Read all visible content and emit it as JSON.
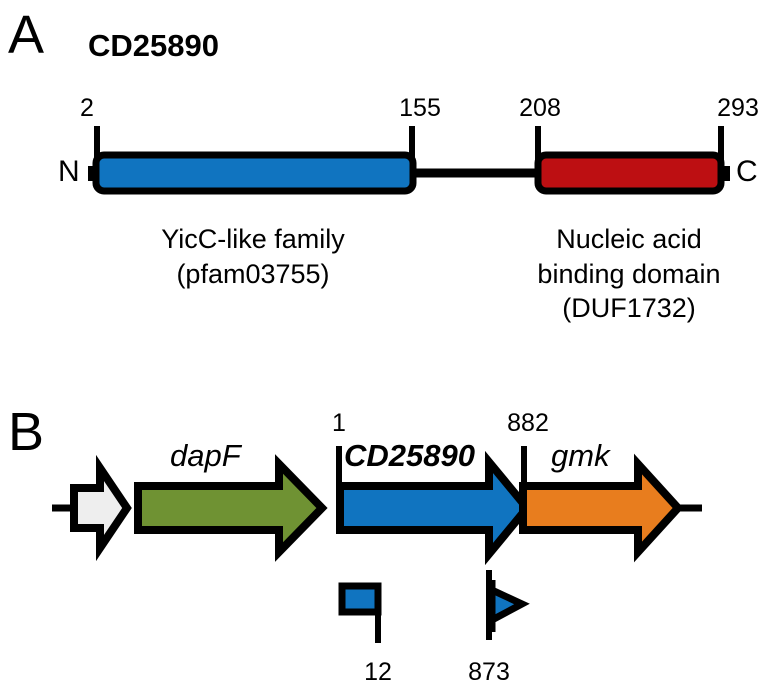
{
  "figure": {
    "panel_a": {
      "letter": "A",
      "protein_name": "CD25890",
      "terminus_n": "N",
      "terminus_c": "C",
      "coordinates": {
        "domain1_start": "2",
        "domain1_end": "155",
        "domain2_start": "208",
        "domain2_end": "293"
      },
      "domains": [
        {
          "name": "YicC-like family",
          "accession": "(pfam03755)",
          "color": "#0d74bf",
          "start": 2,
          "end": 155
        },
        {
          "name": "Nucleic acid",
          "name_line2": "binding domain",
          "accession": "(DUF1732)",
          "color": "#bd0f12",
          "start": 208,
          "end": 293
        }
      ]
    },
    "panel_b": {
      "letter": "B",
      "genes": [
        {
          "label": "",
          "color": "#eeeeee",
          "shape": "arrow-partial"
        },
        {
          "label": "dapF",
          "color": "#6f9233",
          "shape": "arrow"
        },
        {
          "label": "CD25890",
          "color": "#1074c0",
          "shape": "arrow"
        },
        {
          "label": "gmk",
          "color": "#e87d1e",
          "shape": "arrow"
        }
      ],
      "coordinates": {
        "cds_start": "1",
        "cds_end": "882"
      },
      "fragments": [
        {
          "label": "12",
          "color": "#1074c0",
          "shape": "square"
        },
        {
          "label": "873",
          "color": "#1074c0",
          "shape": "arrowhead"
        }
      ]
    }
  },
  "colors": {
    "blue": "#1074c0",
    "red": "#bd0f12",
    "green": "#6f9233",
    "orange": "#e87d1e",
    "white_gene": "#eeeeee",
    "outline": "#000000"
  }
}
